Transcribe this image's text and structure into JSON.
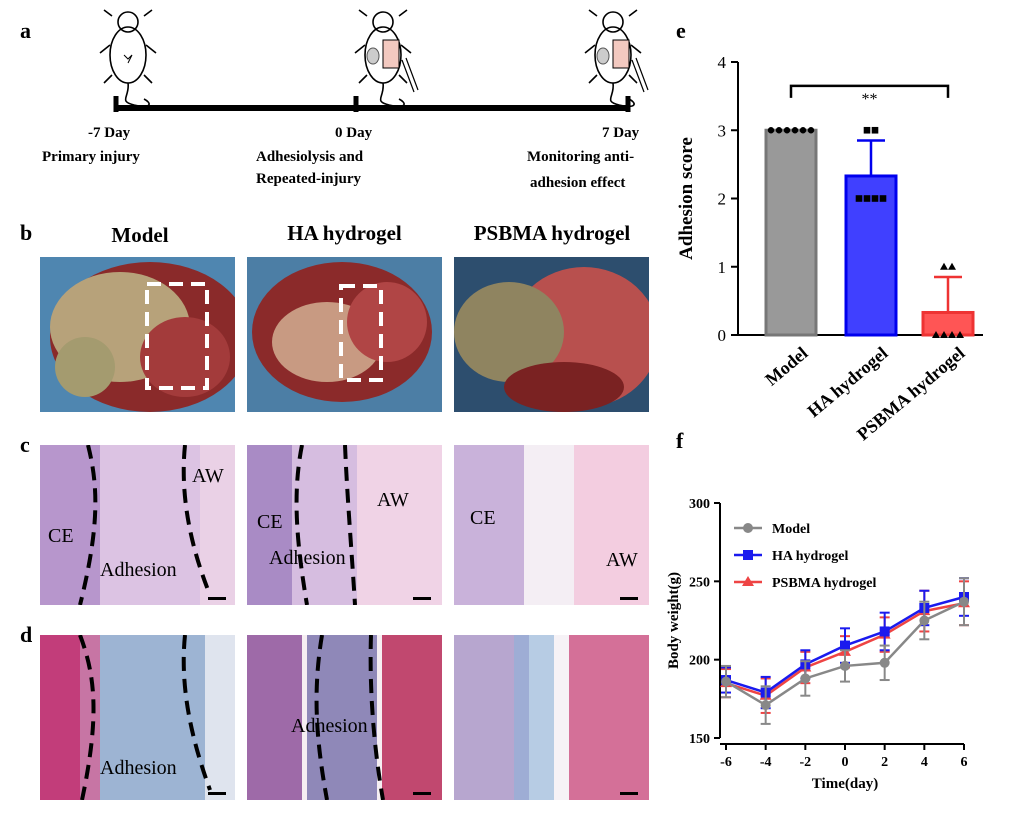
{
  "panels": {
    "a": "a",
    "b": "b",
    "c": "c",
    "d": "d",
    "e": "e",
    "f": "f"
  },
  "timeline": {
    "points": [
      {
        "day": "-7 Day",
        "desc": [
          "Primary injury"
        ]
      },
      {
        "day": "0 Day",
        "desc": [
          "Adhesiolysis and",
          "Repeated-injury"
        ]
      },
      {
        "day": "7 Day",
        "desc": [
          "Monitoring anti-",
          "adhesion effect"
        ]
      }
    ]
  },
  "columns": [
    "Model",
    "HA hydrogel",
    "PSBMA hydrogel"
  ],
  "histology": {
    "c": [
      {
        "labels": [
          "CE",
          "Adhesion",
          "AW"
        ]
      },
      {
        "labels": [
          "CE",
          "Adhesion",
          "AW"
        ]
      },
      {
        "labels": [
          "CE",
          "AW"
        ]
      }
    ],
    "d": [
      {
        "labels": [
          "Adhesion"
        ]
      },
      {
        "labels": [
          "Adhesion"
        ]
      },
      {
        "labels": []
      }
    ]
  },
  "chart_data": [
    {
      "panel": "e",
      "type": "bar",
      "categories": [
        "Model",
        "HA hydrogel",
        "PSBMA hydrogel"
      ],
      "values": [
        3.0,
        2.33,
        0.33
      ],
      "errors": [
        0.0,
        0.52,
        0.52
      ],
      "points": [
        [
          3,
          3,
          3,
          3,
          3,
          3
        ],
        [
          3,
          3,
          2,
          2,
          2,
          2
        ],
        [
          1,
          1,
          0,
          0,
          0,
          0
        ]
      ],
      "colors": [
        "#999999",
        "#4040ff",
        "#ff5555"
      ],
      "edge_colors": [
        "#777777",
        "#0000ee",
        "#ee3333"
      ],
      "ylabel": "Adhesion score",
      "ylim": [
        0,
        4
      ],
      "yticks": [
        "0",
        "1",
        "2",
        "3",
        "4"
      ],
      "significance": "**"
    },
    {
      "panel": "f",
      "type": "line",
      "x": [
        -6,
        -4,
        -2,
        0,
        2,
        4,
        6
      ],
      "xticks": [
        "-6",
        "-4",
        "-2",
        "0",
        "2",
        "4",
        "6"
      ],
      "yticks": [
        "150",
        "200",
        "250",
        "300"
      ],
      "xlabel": "Time(day)",
      "ylabel": "Body weight(g)",
      "xlim": [
        -6,
        6
      ],
      "ylim": [
        150,
        300
      ],
      "legend_position": "top-left",
      "series": [
        {
          "name": "Model",
          "marker": "circle",
          "color": "#888888",
          "values": [
            186,
            171,
            188,
            196,
            198,
            225,
            237
          ],
          "errors": [
            10,
            12,
            11,
            10,
            11,
            12,
            15
          ]
        },
        {
          "name": "HA hydrogel",
          "marker": "square",
          "color": "#1a1aee",
          "values": [
            187,
            179,
            197,
            209,
            218,
            233,
            240
          ],
          "errors": [
            8,
            10,
            9,
            11,
            12,
            11,
            12
          ]
        },
        {
          "name": "PSBMA hydrogel",
          "marker": "triangle",
          "color": "#ee4444",
          "values": [
            185,
            177,
            195,
            205,
            216,
            231,
            236
          ],
          "errors": [
            9,
            11,
            10,
            10,
            11,
            13,
            14
          ]
        }
      ]
    }
  ]
}
